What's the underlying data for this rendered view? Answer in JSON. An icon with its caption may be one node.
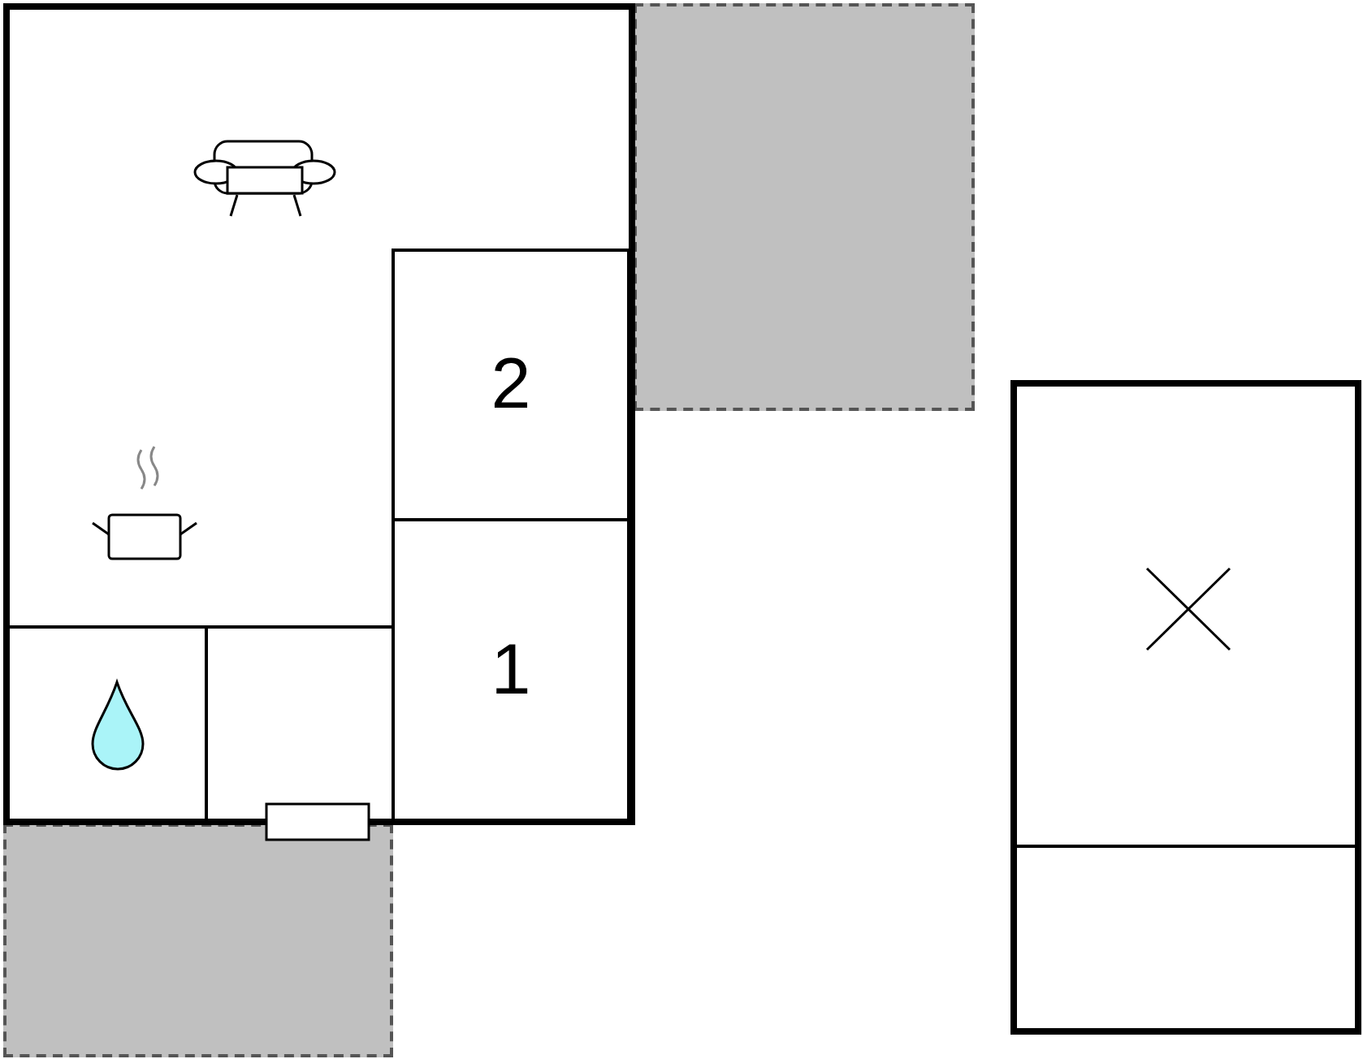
{
  "diagram": {
    "nodes": [
      {
        "text": [],
        "shape": "box"
      },
      {
        "text": [
          "2"
        ],
        "in": 0
      },
      {
        "text": [
          "1"
        ],
        "in": 0
      },
      {
        "text": [],
        "shape": "box",
        "in": 0
      },
      {
        "text": [],
        "shape": "box",
        "in": 0
      },
      {
        "text": [],
        "shape": "box"
      },
      {
        "text": [],
        "shape": "box"
      },
      {
        "text": [],
        "shape": "box"
      },
      {
        "text": [],
        "shape": "box",
        "in": 7
      }
    ]
  }
}
